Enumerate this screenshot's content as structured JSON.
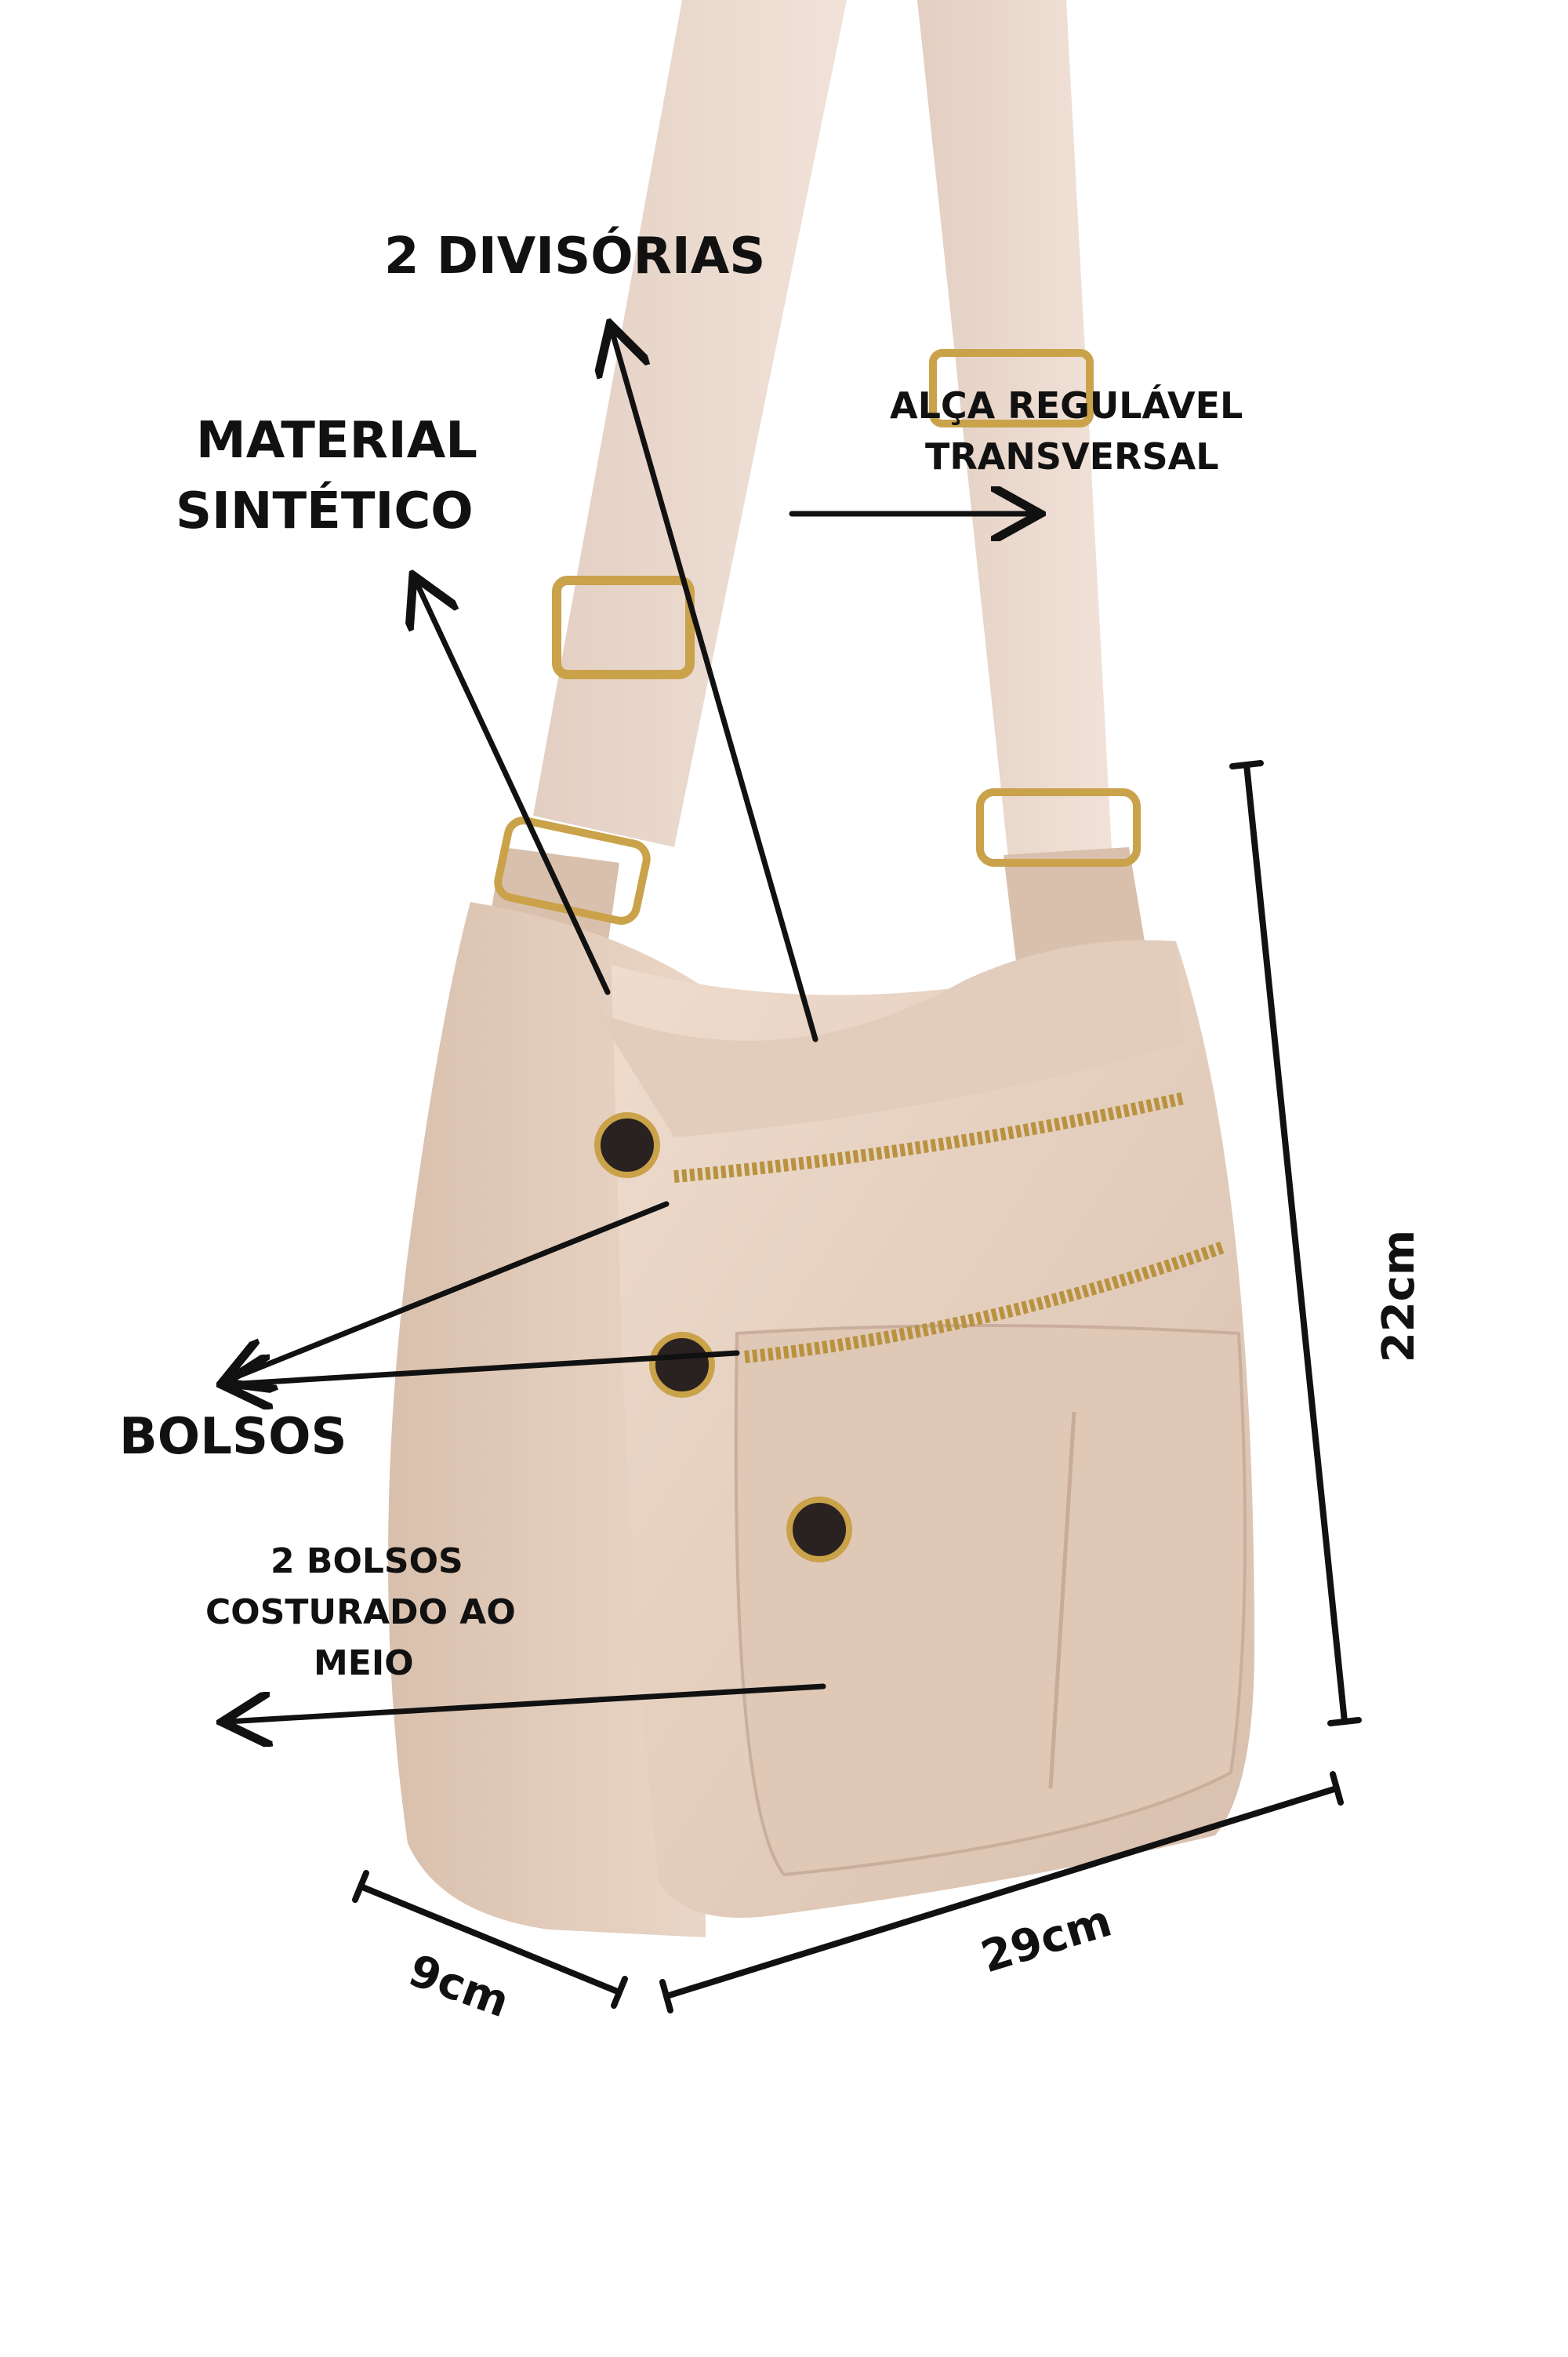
{
  "labels": {
    "divisorias": "2 DIVISÓRIAS",
    "material_line1": "MATERIAL",
    "material_line2": "SINTÉTICO",
    "alca_line1": "ALÇA REGULÁVEL",
    "alca_line2": "TRANSVERSAL",
    "bolsos": "BOLSOS",
    "bolsos_meio_line1": "2 BOLSOS",
    "bolsos_meio_line2": "COSTURADO AO",
    "bolsos_meio_line3": "MEIO",
    "height_dim": "22cm",
    "width_dim": "29cm",
    "depth_dim": "9cm"
  },
  "colors": {
    "bag": "#e7d2c1",
    "bag_shadow": "#cdb3a0",
    "strap": "#ead7cb",
    "hardware": "#c9a24a",
    "annotation": "#111111"
  }
}
